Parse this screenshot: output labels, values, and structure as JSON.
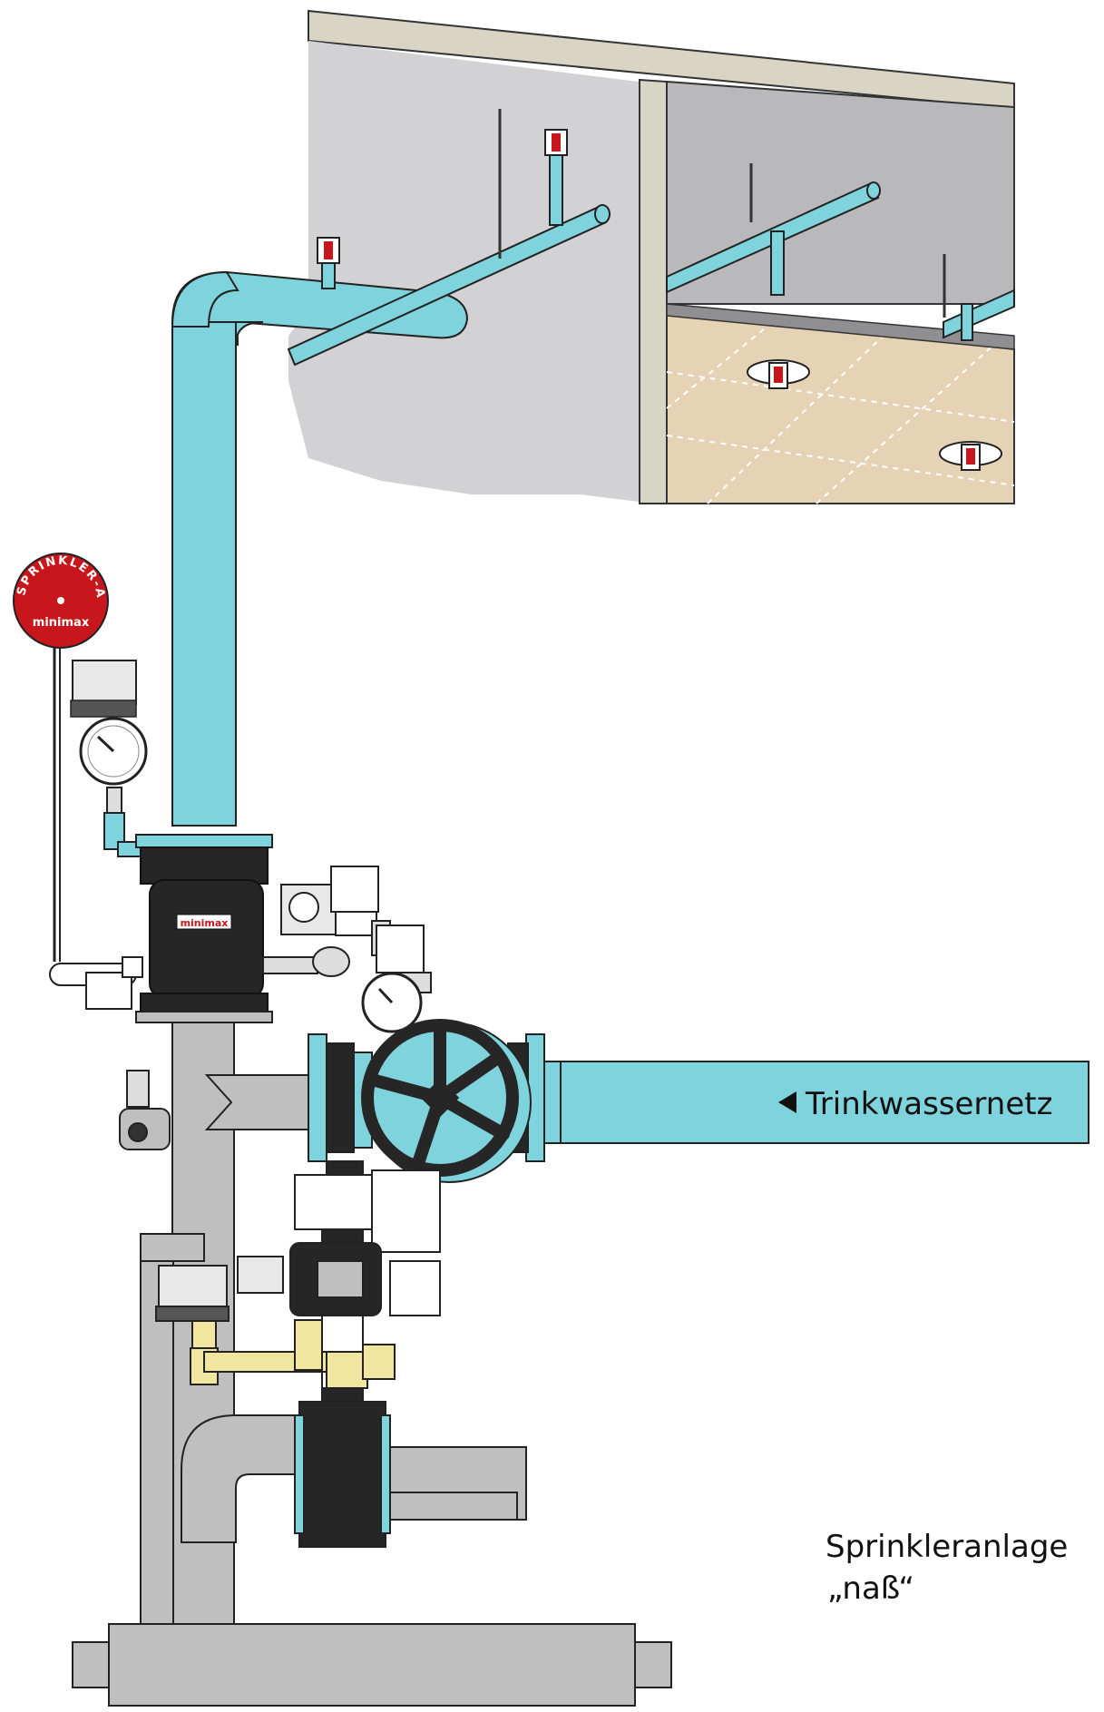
{
  "diagram": {
    "alarm_bell": {
      "ring_text": "SPRINKLER-ALARM",
      "brand_text": "minimax"
    },
    "valve_plate_text": "minimax",
    "supply_label": "Trinkwassernetz",
    "caption": {
      "line1": "Sprinkleranlage",
      "line2": "„naß“"
    },
    "colors": {
      "water_pipe": "#7fd3dc",
      "supply_pipe": "#bfbfbf",
      "valve_body": "#262626",
      "alarm_bell": "#c8161d",
      "brass": "#f0e6a0",
      "ceiling_left": "#d4d4d6",
      "ceiling_right": "#c8c8ca",
      "tiles": "#e6d3b6"
    }
  }
}
